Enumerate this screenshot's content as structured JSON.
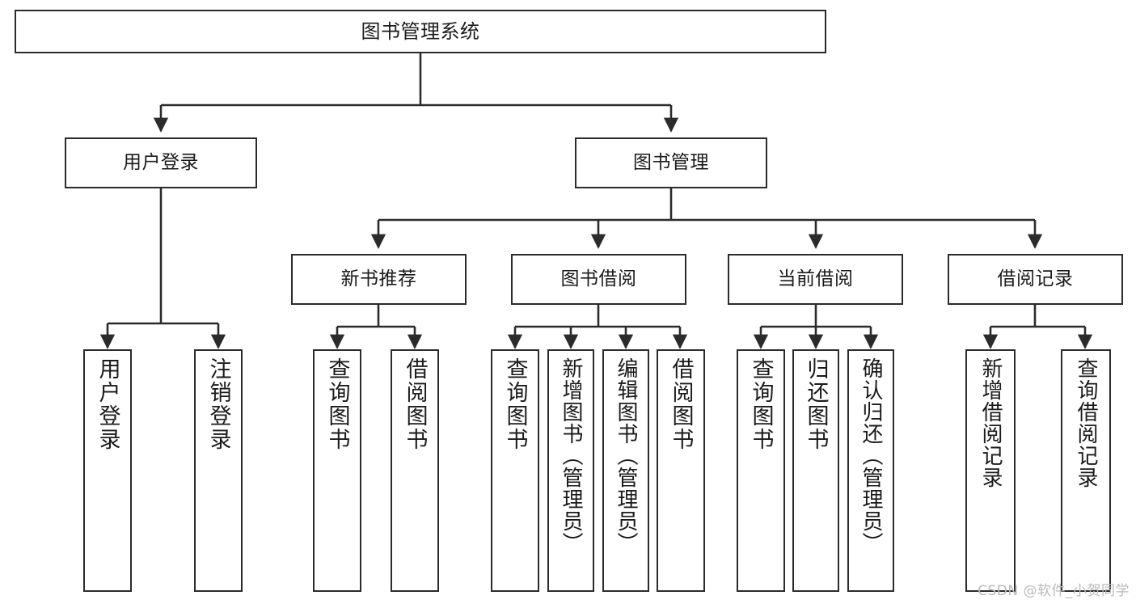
{
  "diagram": {
    "title": "图书管理系统",
    "watermark": "CSDN @软件_小贺同学",
    "colors": {
      "box_border": "#2b2b2b",
      "box_fill": "#ffffff",
      "connector": "#2b2b2b",
      "text": "#1a1a1a",
      "watermark": "#b9b9b9"
    }
  },
  "nodes": {
    "root": {
      "label": "图书管理系统"
    },
    "level2": [
      {
        "label": "用户登录"
      },
      {
        "label": "图书管理"
      }
    ],
    "level3": [
      {
        "label": "新书推荐"
      },
      {
        "label": "图书借阅"
      },
      {
        "label": "当前借阅"
      },
      {
        "label": "借阅记录"
      }
    ],
    "leaves": {
      "user_login": [
        {
          "label": "用户登录"
        },
        {
          "label": "注销登录"
        }
      ],
      "new_book": [
        {
          "label": "查询图书"
        },
        {
          "label": "借阅图书"
        }
      ],
      "book_borrow": [
        {
          "label": "查询图书"
        },
        {
          "label": "新增图书（管理员）"
        },
        {
          "label": "编辑图书（管理员）"
        },
        {
          "label": "借阅图书"
        }
      ],
      "current_borrow": [
        {
          "label": "查询图书"
        },
        {
          "label": "归还图书"
        },
        {
          "label": "确认归还（管理员）"
        }
      ],
      "borrow_record": [
        {
          "label": "新增借阅记录"
        },
        {
          "label": "查询借阅记录"
        }
      ]
    }
  }
}
